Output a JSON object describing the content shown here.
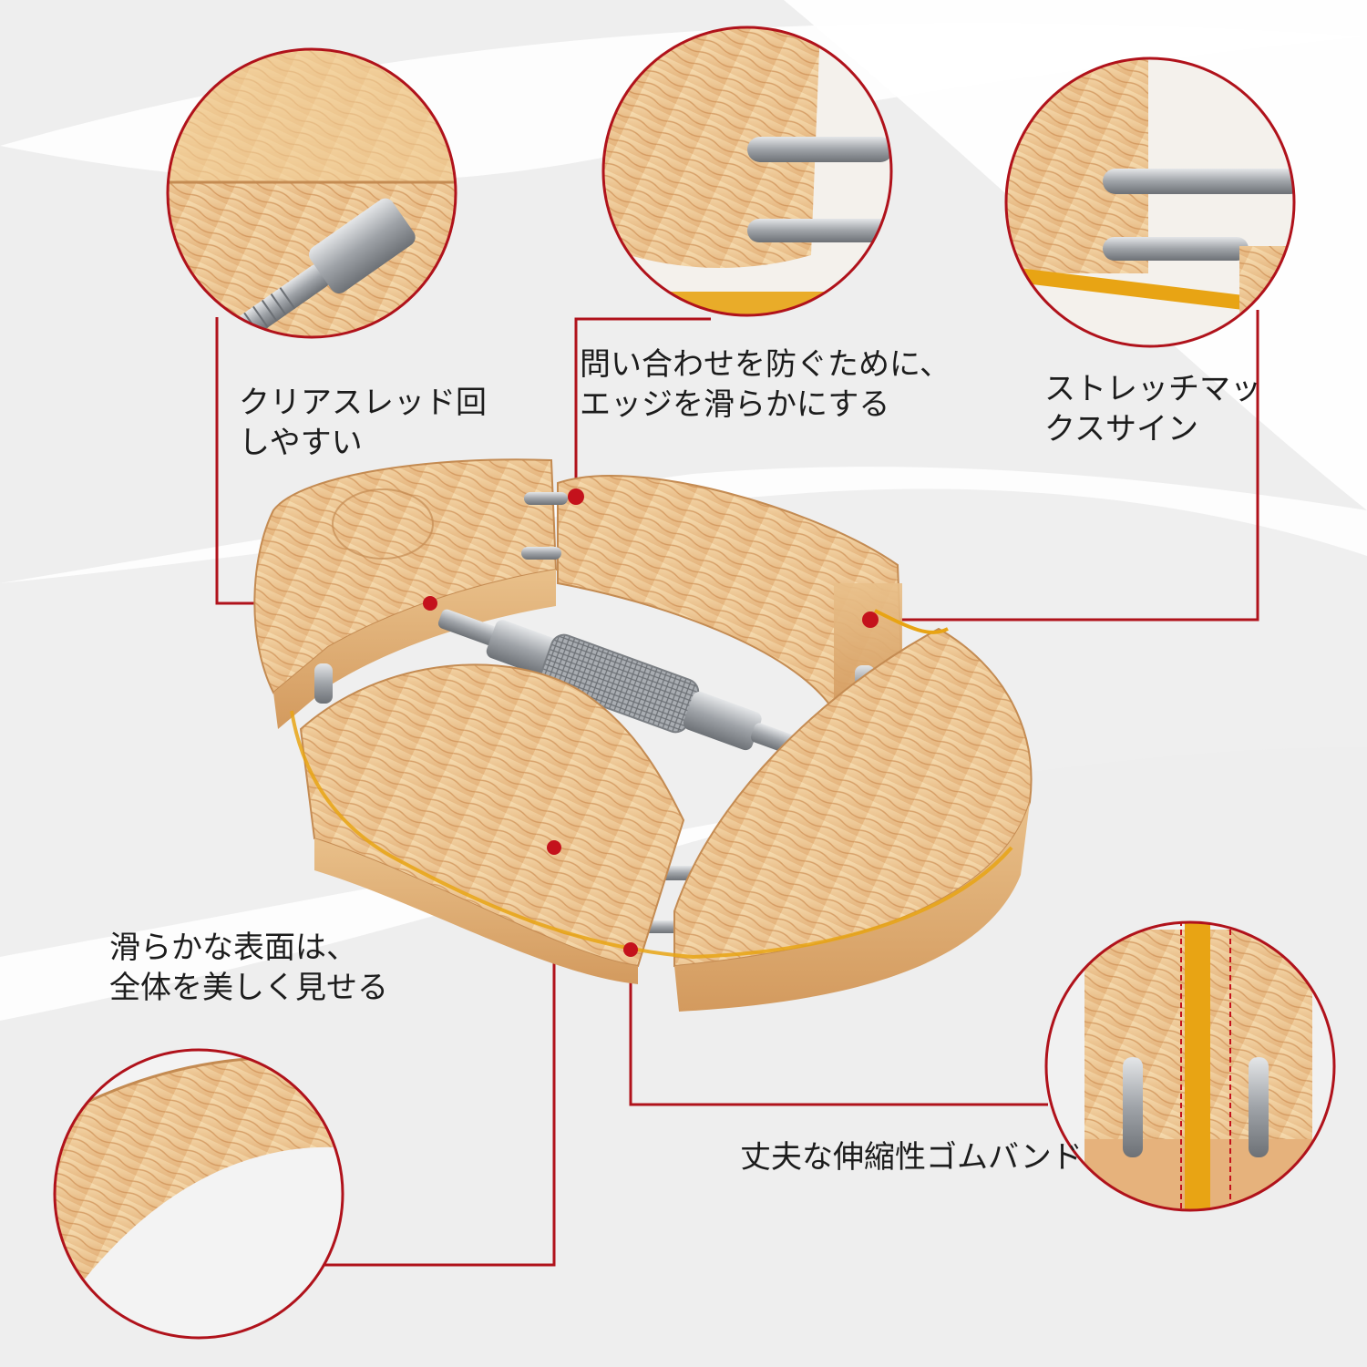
{
  "colors": {
    "background": "#eeeeee",
    "swoosh": "#ffffff",
    "callout_line": "#b0121b",
    "dot": "#c4121c",
    "wood_light": "#f3d6a6",
    "wood_mid": "#e7b97d",
    "wood_grain": "#c9874c",
    "steel": "#b9bcc0",
    "rubber_band": "#e8a414"
  },
  "callouts": [
    {
      "id": "thread",
      "icon": "threaded-screw-closeup",
      "lines": [
        "クリアスレッド回",
        "しやすい"
      ]
    },
    {
      "id": "edge",
      "icon": "smooth-edge-closeup",
      "lines": [
        "問い合わせを防ぐために、",
        "エッジを滑らかにする"
      ]
    },
    {
      "id": "stretch",
      "icon": "stretch-rods-closeup",
      "lines": [
        "ストレッチマッ",
        "クスサイン"
      ]
    },
    {
      "id": "surface",
      "icon": "smooth-surface-closeup",
      "lines": [
        "滑らかな表面は、",
        "全体を美しく見せる"
      ]
    },
    {
      "id": "band",
      "icon": "rubber-band-closeup",
      "lines": [
        "丈夫な伸縮性ゴムバンド"
      ]
    }
  ]
}
